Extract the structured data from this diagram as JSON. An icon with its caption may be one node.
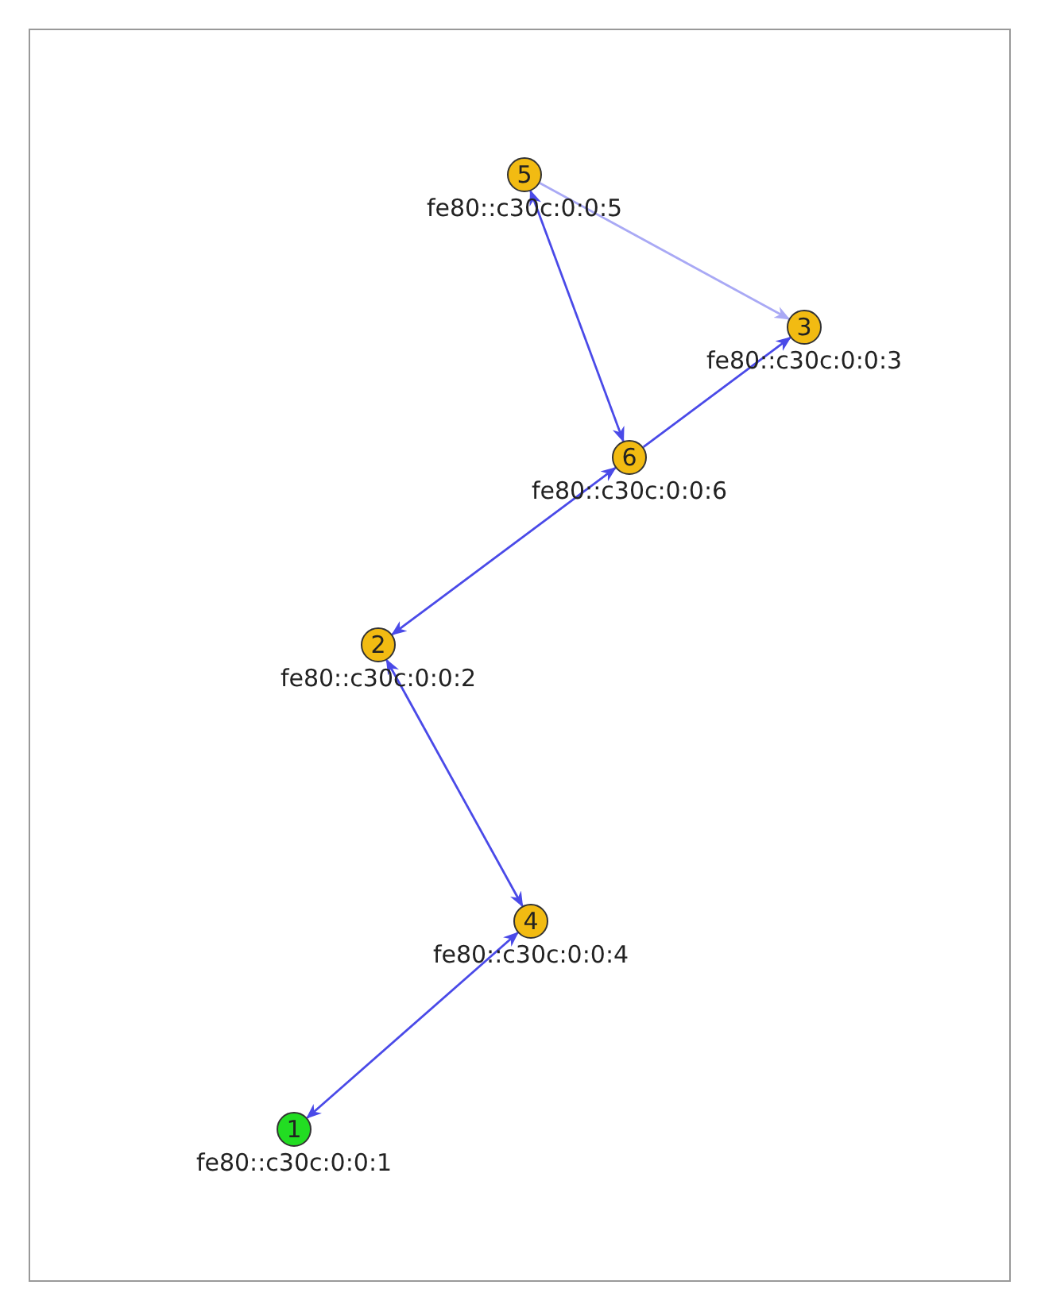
{
  "diagram": {
    "nodes": [
      {
        "text": [
          "5"
        ],
        "beside": [
          "fe80::c30c:0:0:5"
        ]
      },
      {
        "text": [
          "3"
        ],
        "beside": [
          "fe80::c30c:0:0:3"
        ]
      },
      {
        "text": [
          "6"
        ],
        "beside": [
          "fe80::c30c:0:0:6"
        ]
      },
      {
        "text": [
          "2"
        ],
        "beside": [
          "fe80::c30c:0:0:2"
        ]
      },
      {
        "text": [
          "4"
        ],
        "beside": [
          "fe80::c30c:0:0:4"
        ]
      },
      {
        "text": [
          "1"
        ],
        "beside": [
          "fe80::c30c:0:0:1"
        ]
      }
    ],
    "edges": [
      {
        "from": 0,
        "to": 2,
        "arrow": "both"
      },
      {
        "from": 0,
        "to": 1,
        "arrow": "to",
        "color": "#a9a9f5"
      },
      {
        "from": 2,
        "to": 1,
        "arrow": "to"
      },
      {
        "from": 2,
        "to": 3,
        "arrow": "both"
      },
      {
        "from": 3,
        "to": 4,
        "arrow": "both"
      },
      {
        "from": 4,
        "to": 5,
        "arrow": "both"
      }
    ]
  }
}
